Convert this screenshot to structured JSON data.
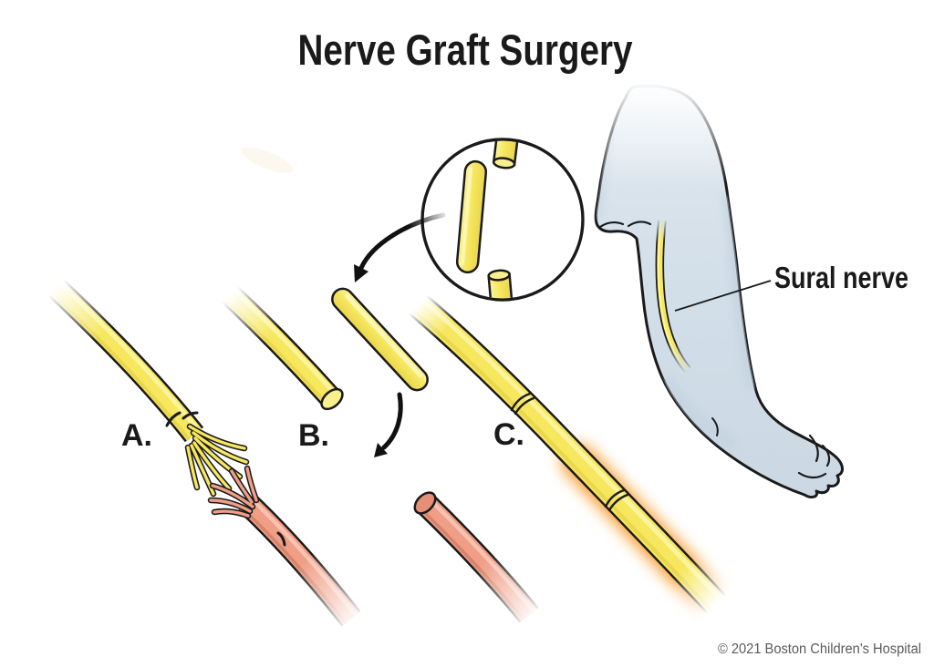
{
  "title": "Nerve Graft Surgery",
  "labels": {
    "stage_a": "A.",
    "stage_b": "B.",
    "stage_c": "C.",
    "sural_nerve": "Sural nerve"
  },
  "footer": {
    "copyright": "© 2021 Boston Children's Hospital"
  },
  "colors": {
    "background": "#ffffff",
    "outline": "#1a1a1a",
    "nerve_yellow": "#f6e75f",
    "nerve_yellow_highlight": "#fcf4a0",
    "nerve_yellow_shade": "#e7d34b",
    "nerve_cut_face_yellow": "#f9f08d",
    "nerve_pink": "#f09e86",
    "nerve_pink_highlight": "#f8c5b3",
    "nerve_pink_shade": "#d27f67",
    "nerve_cut_face_pink": "#e68f76",
    "leg_blue": "#d3dfe9",
    "regrowth_glow_orange": "#f8941a",
    "copyright_gray": "#595a5c"
  }
}
